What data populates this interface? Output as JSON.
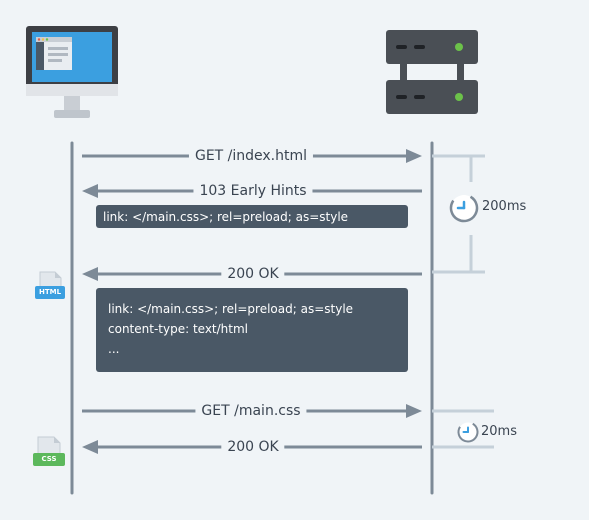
{
  "colors": {
    "background": "#f0f4f7",
    "line": "#7d8a97",
    "timer_line": "#c5d0d9",
    "header_box": "#4a5866",
    "monitor_screen": "#3b9fe0",
    "server": "#4a4f55",
    "server_led": "#6cc24a",
    "html_badge": "#3b9fe0",
    "css_badge": "#5cb85c"
  },
  "icons": {
    "client": "desktop-monitor-icon",
    "server": "server-rack-icon",
    "html_file": "html-file-icon",
    "css_file": "css-file-icon",
    "timer": "stopwatch-icon"
  },
  "messages": {
    "get_index": "GET /index.html",
    "early_hints": "103 Early Hints",
    "ok_index": "200 OK",
    "get_css": "GET /main.css",
    "ok_css": "200 OK"
  },
  "early_hints_headers": [
    "link: </main.css>; rel=preload; as=style"
  ],
  "ok_headers": [
    "link: </main.css>; rel=preload; as=style",
    "content-type: text/html",
    "..."
  ],
  "file_badges": {
    "html": "HTML",
    "css": "CSS"
  },
  "timers": {
    "index": "200ms",
    "css": "20ms"
  }
}
